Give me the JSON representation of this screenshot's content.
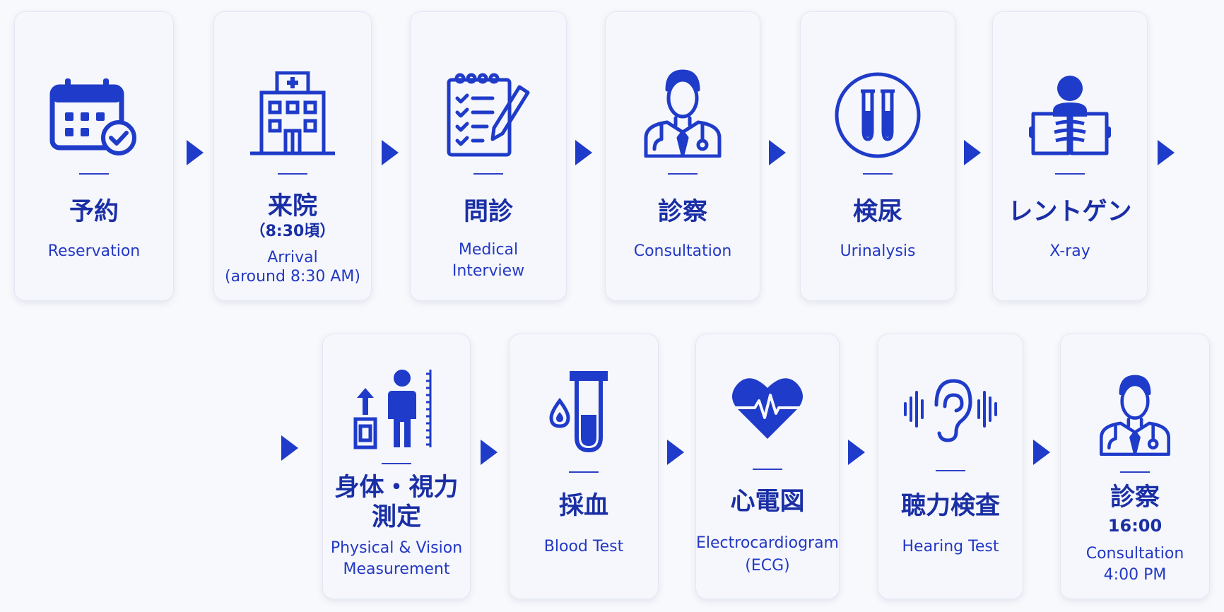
{
  "steps": [
    {
      "jp": "予約",
      "en": "Reservation",
      "icon": "calendar-check-icon"
    },
    {
      "jp": "来院",
      "sub": "（8:30頃）",
      "en": "Arrival\n(around 8:30 AM)",
      "icon": "hospital-icon"
    },
    {
      "jp": "問診",
      "en": "Medical\nInterview",
      "icon": "clipboard-checklist-icon"
    },
    {
      "jp": "診察",
      "en": "Consultation",
      "icon": "doctor-icon"
    },
    {
      "jp": "検尿",
      "en": "Urinalysis",
      "icon": "test-tubes-icon"
    },
    {
      "jp": "レントゲン",
      "en": "X-ray",
      "icon": "xray-icon"
    },
    {
      "jp": "身体・視力\n測定",
      "en": "Physical & Vision\nMeasurement",
      "icon": "height-measure-icon"
    },
    {
      "jp": "採血",
      "en": "Blood Test",
      "icon": "blood-test-tube-icon"
    },
    {
      "jp": "心電図",
      "en": "Electrocardiogram\n(ECG)",
      "icon": "heart-ecg-icon"
    },
    {
      "jp": "聴力検査",
      "en": "Hearing Test",
      "icon": "ear-sound-icon"
    },
    {
      "jp": "診察",
      "sub": "16:00",
      "en": "Consultation\n4:00 PM",
      "icon": "doctor-icon"
    }
  ],
  "colors": {
    "accent": "#1f3bc9",
    "text": "#1a2fa5",
    "card": "#f6f7fc"
  }
}
